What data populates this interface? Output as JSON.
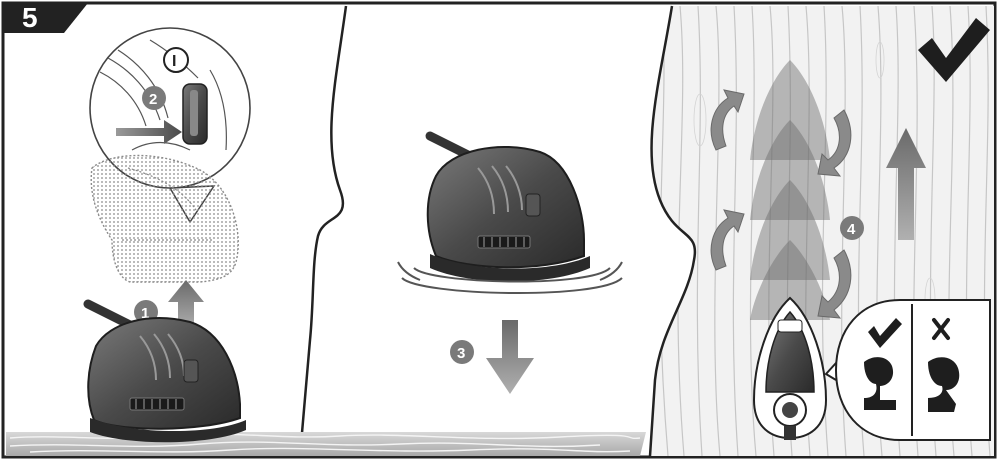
{
  "step": {
    "number": "5"
  },
  "callouts": {
    "c1": "1",
    "c2": "2",
    "c3": "3",
    "c4": "4"
  },
  "switch_symbol": "I",
  "colors": {
    "frame": "#222222",
    "tool_dark": "#3a3a3a",
    "tool_mid": "#6a6a6a",
    "tool_light": "#9a9a9a",
    "arrow_gray": "#8a8a8a",
    "callout_bg": "#7a7a7a",
    "wood_bg": "#efefef",
    "wood_grain": "#c8c8c8"
  },
  "icons": {
    "correct": "checkmark-icon",
    "incorrect": "cross-icon",
    "grip_good": "arm-grip-correct-icon",
    "grip_bad": "arm-grip-incorrect-icon"
  }
}
